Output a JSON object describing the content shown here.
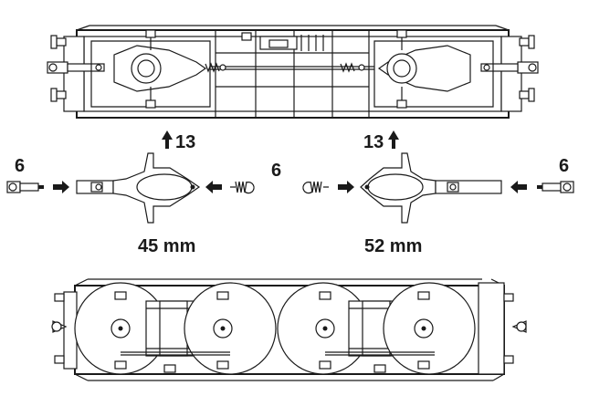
{
  "labels": {
    "step_left": "6",
    "step_center": "6",
    "step_right": "6",
    "arrow_left": "13",
    "arrow_right": "13",
    "dim_left": "45 mm",
    "dim_right": "52 mm"
  }
}
